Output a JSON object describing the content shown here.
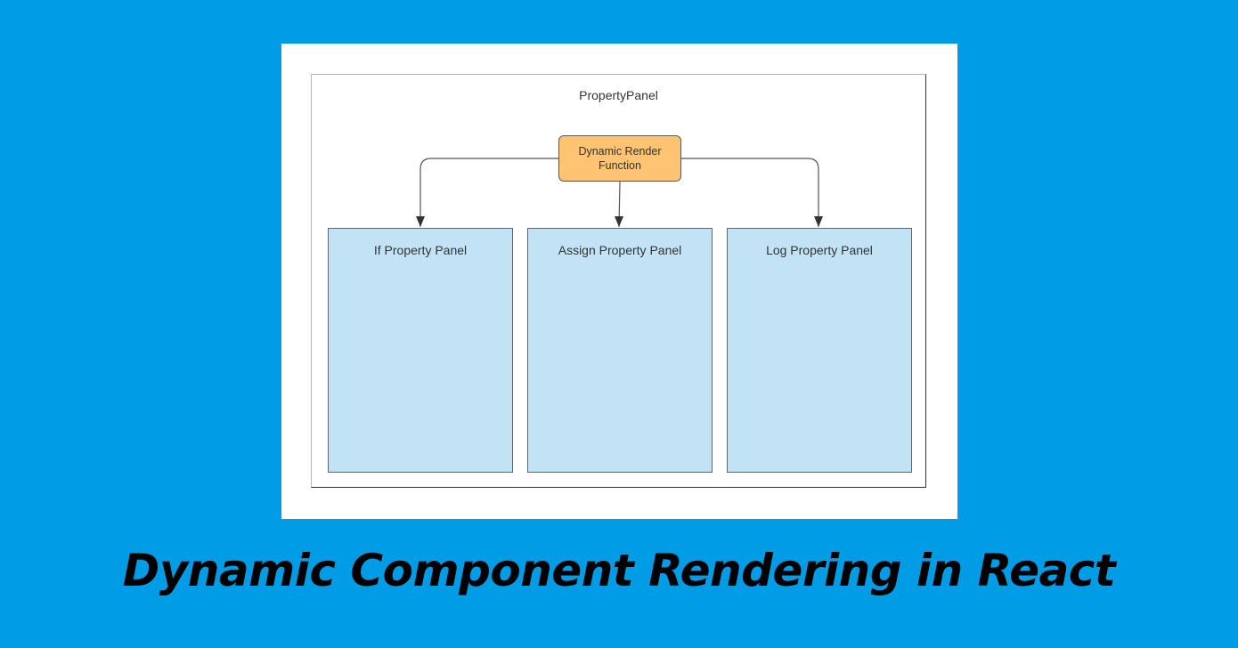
{
  "diagram": {
    "container": {
      "label": "PropertyPanel"
    },
    "dispatcher": {
      "label_line1": "Dynamic Render",
      "label_line2": "Function",
      "fill": "#ffc374"
    },
    "panels": [
      {
        "label": "If Property Panel"
      },
      {
        "label": "Assign Property Panel"
      },
      {
        "label": "Log Property Panel"
      }
    ],
    "panel_fill": "#c2e3f6",
    "edges": [
      {
        "from": "Dynamic Render Function",
        "to": "If Property Panel"
      },
      {
        "from": "Dynamic Render Function",
        "to": "Assign Property Panel"
      },
      {
        "from": "Dynamic Render Function",
        "to": "Log Property Panel"
      }
    ]
  },
  "caption": "Dynamic Component Rendering in React",
  "background_color": "#009de6"
}
